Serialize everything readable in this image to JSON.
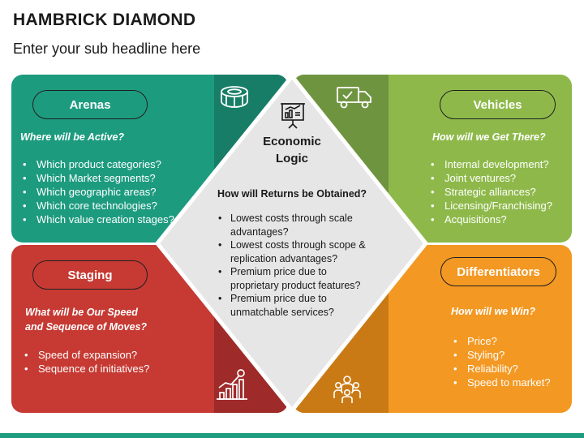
{
  "header": {
    "title": "HAMBRICK DIAMOND",
    "subtitle": "Enter your sub headline here"
  },
  "arenas": {
    "label": "Arenas",
    "question": "Where will be Active?",
    "items": [
      "Which product categories?",
      "Which Market segments?",
      "Which geographic areas?",
      "Which core technologies?",
      "Which value creation stages?"
    ],
    "icon": "stadium-icon",
    "color": "#1d9b7f"
  },
  "vehicles": {
    "label": "Vehicles",
    "question": "How will we Get There?",
    "items": [
      "Internal development?",
      "Joint ventures?",
      "Strategic alliances?",
      "Licensing/Franchising?",
      "Acquisitions?"
    ],
    "icon": "delivery-truck-icon",
    "color": "#8eb94a"
  },
  "staging": {
    "label": "Staging",
    "question_line1": "What will be Our Speed",
    "question_line2": "and Sequence of Moves?",
    "items": [
      "Speed of expansion?",
      "Sequence of initiatives?"
    ],
    "icon": "growth-chart-icon",
    "color": "#c63a33"
  },
  "differentiators": {
    "label": "Differentiators",
    "question": "How will we Win?",
    "items": [
      "Price?",
      "Styling?",
      "Reliability?",
      "Speed to market?"
    ],
    "icon": "team-icon",
    "color": "#f39822"
  },
  "economic_logic": {
    "title_line1": "Economic",
    "title_line2": "Logic",
    "question": "How will Returns be Obtained?",
    "items": [
      {
        "line1": "Lowest costs through scale",
        "line2": "advantages?"
      },
      {
        "line1": "Lowest costs through scope &",
        "line2": "replication advantages?"
      },
      {
        "line1": "Premium price due to",
        "line2": "proprietary product features?"
      },
      {
        "line1": "Premium price due to",
        "line2": "unmatchable services?"
      }
    ],
    "icon": "presentation-chart-icon",
    "color": "#e6e6e6"
  },
  "footer_bar_color": "#1d9b7f"
}
